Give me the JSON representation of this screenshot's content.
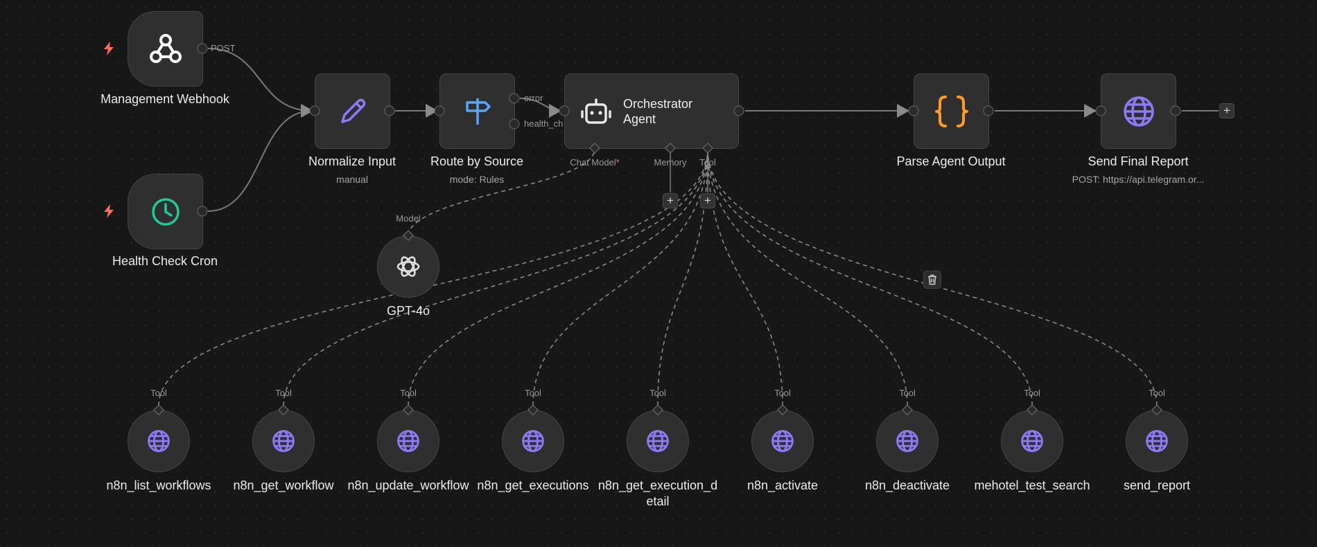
{
  "colors": {
    "background": "#171717",
    "node_fill": "#2f2f2f",
    "trigger_bolt": "#ff6d5a",
    "pen_icon": "#8b7cf6",
    "route_icon": "#56a7ff",
    "cron_icon": "#20c997",
    "parse_icon": "#ff9b26",
    "globe_icon": "#8b7cf6"
  },
  "nodes": {
    "webhook": {
      "label": "Management Webhook",
      "icon": "webhook-icon",
      "output_label": "POST"
    },
    "cron": {
      "label": "Health Check Cron",
      "icon": "clock-icon"
    },
    "normalize": {
      "label": "Normalize Input",
      "subtitle": "manual",
      "icon": "pen-icon"
    },
    "route": {
      "label": "Route by Source",
      "subtitle": "mode: Rules",
      "icon": "signpost-icon",
      "outputs": [
        "error",
        "health_ch"
      ]
    },
    "agent": {
      "label": "Orchestrator Agent",
      "icon": "robot-icon",
      "ports": {
        "chat_model": "Chat Model",
        "required_mark": "*",
        "memory": "Memory",
        "tool": "Tool"
      }
    },
    "parse": {
      "label": "Parse Agent Output",
      "icon": "braces-icon"
    },
    "send": {
      "label": "Send Final Report",
      "subtitle": "POST: https://api.telegram.or...",
      "icon": "globe-icon"
    },
    "gpt": {
      "label": "GPT-4o",
      "port_label": "Model",
      "icon": "openai-icon"
    }
  },
  "tools": [
    {
      "label": "n8n_list_workflows",
      "port_label": "Tool"
    },
    {
      "label": "n8n_get_workflow",
      "port_label": "Tool"
    },
    {
      "label": "n8n_update_workflow",
      "port_label": "Tool"
    },
    {
      "label": "n8n_get_executions",
      "port_label": "Tool"
    },
    {
      "label": "n8n_get_execution_detail",
      "port_label": "Tool"
    },
    {
      "label": "n8n_activate",
      "port_label": "Tool"
    },
    {
      "label": "n8n_deactivate",
      "port_label": "Tool"
    },
    {
      "label": "mehotel_test_search",
      "port_label": "Tool"
    },
    {
      "label": "send_report",
      "port_label": "Tool"
    }
  ],
  "controls": {
    "plus": "+"
  }
}
